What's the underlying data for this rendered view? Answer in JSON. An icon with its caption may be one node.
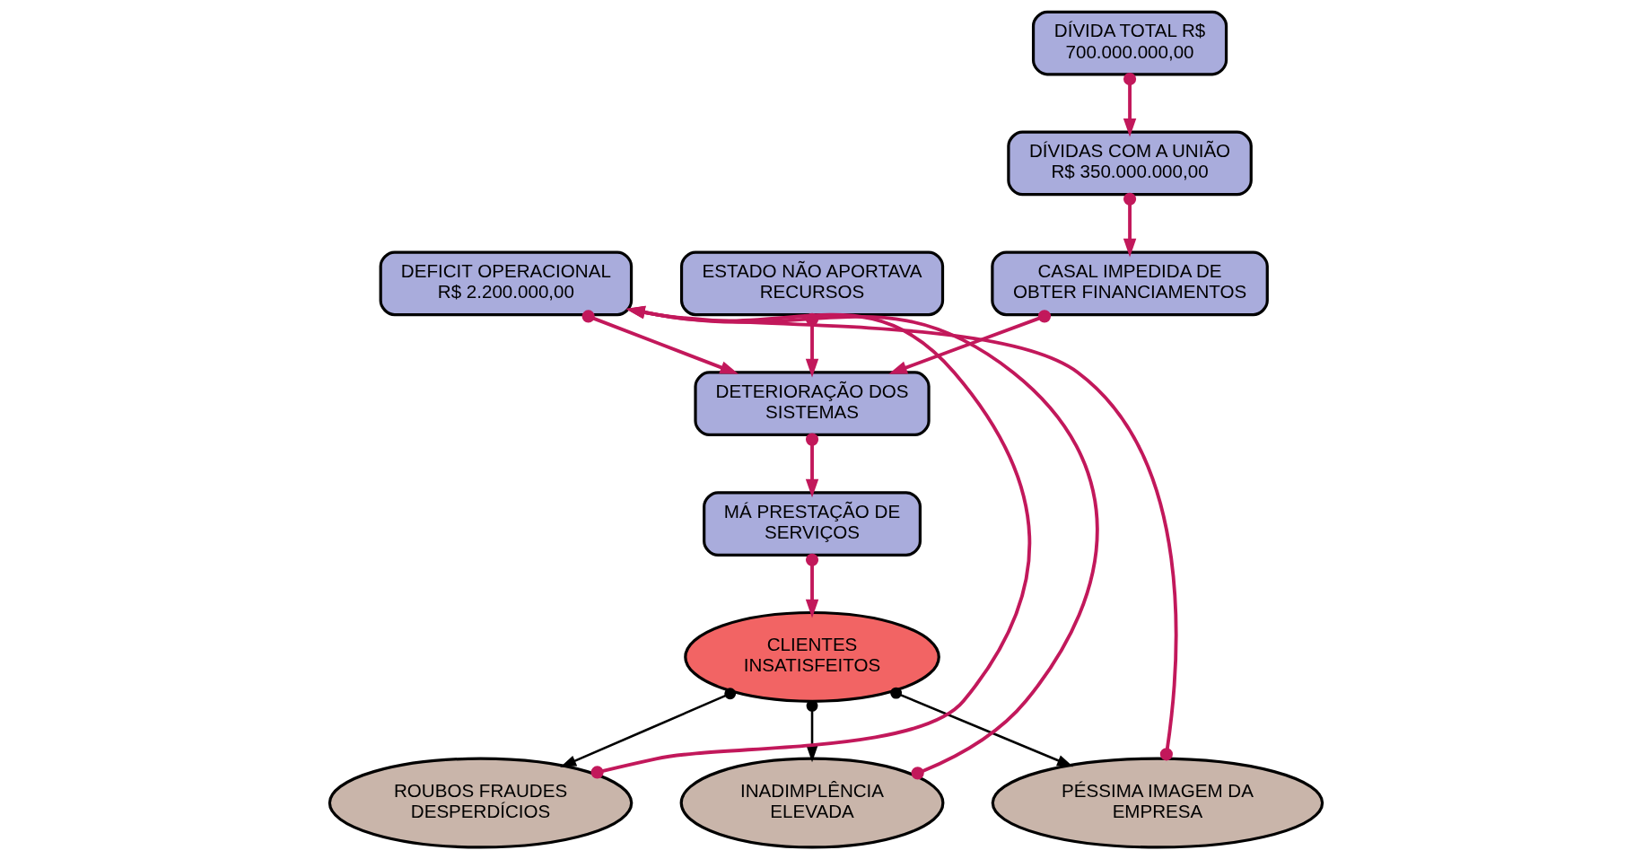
{
  "diagram": {
    "nodes": [
      {
        "text": [
          "DEFICIT OPERACIONAL R$ 2.200.000,00"
        ]
      },
      {
        "text": [
          "DETERIORAÇÃO DOS SISTEMAS"
        ]
      },
      {
        "text": [
          "MÁ PRESTAÇÃO DE SERVIÇOS"
        ]
      },
      {
        "text": [
          "ESTADO NÃO APORTAVA RECURSOS"
        ]
      },
      {
        "text": [
          "DÍVIDAS COM A UNIÃO R$ 350.000.000,00"
        ]
      },
      {
        "text": [
          "CASAL IMPEDIDA DE OBTER FINANCIAMENTOS"
        ]
      },
      {
        "text": [
          "CLIENTES INSATISFEITOS"
        ]
      },
      {
        "text": [
          "DÍVIDA TOTAL R$ 700.000.000,00"
        ]
      },
      {
        "text": [
          "ROUBOS FRAUDES DESPERDÍCIOS"
        ]
      },
      {
        "text": [
          "INADIMPLÊNCIA ELEVADA"
        ]
      },
      {
        "text": [
          "PÉSSIMA IMAGEM DA EMPRESA"
        ]
      }
    ],
    "edges": [
      {
        "from": 0,
        "to": 1,
        "arrow": "to"
      },
      {
        "from": 1,
        "to": 2,
        "arrow": "to"
      },
      {
        "from": 3,
        "to": 1,
        "arrow": "to"
      },
      {
        "from": 5,
        "to": 1,
        "arrow": "to"
      },
      {
        "from": 4,
        "to": 5,
        "arrow": "to"
      },
      {
        "from": 7,
        "to": 4,
        "arrow": "to"
      },
      {
        "from": 2,
        "to": 6,
        "arrow": "to"
      },
      {
        "from": 6,
        "to": 8,
        "arrow": "to",
        "color": "#000000"
      },
      {
        "from": 6,
        "to": 9,
        "arrow": "to",
        "color": "#000000"
      },
      {
        "from": 6,
        "to": 10,
        "arrow": "to",
        "color": "#000000"
      },
      {
        "from": 8,
        "to": 0,
        "arrow": "to"
      },
      {
        "from": 9,
        "to": 0,
        "arrow": "to"
      },
      {
        "from": 10,
        "to": 0,
        "arrow": "to"
      }
    ]
  }
}
